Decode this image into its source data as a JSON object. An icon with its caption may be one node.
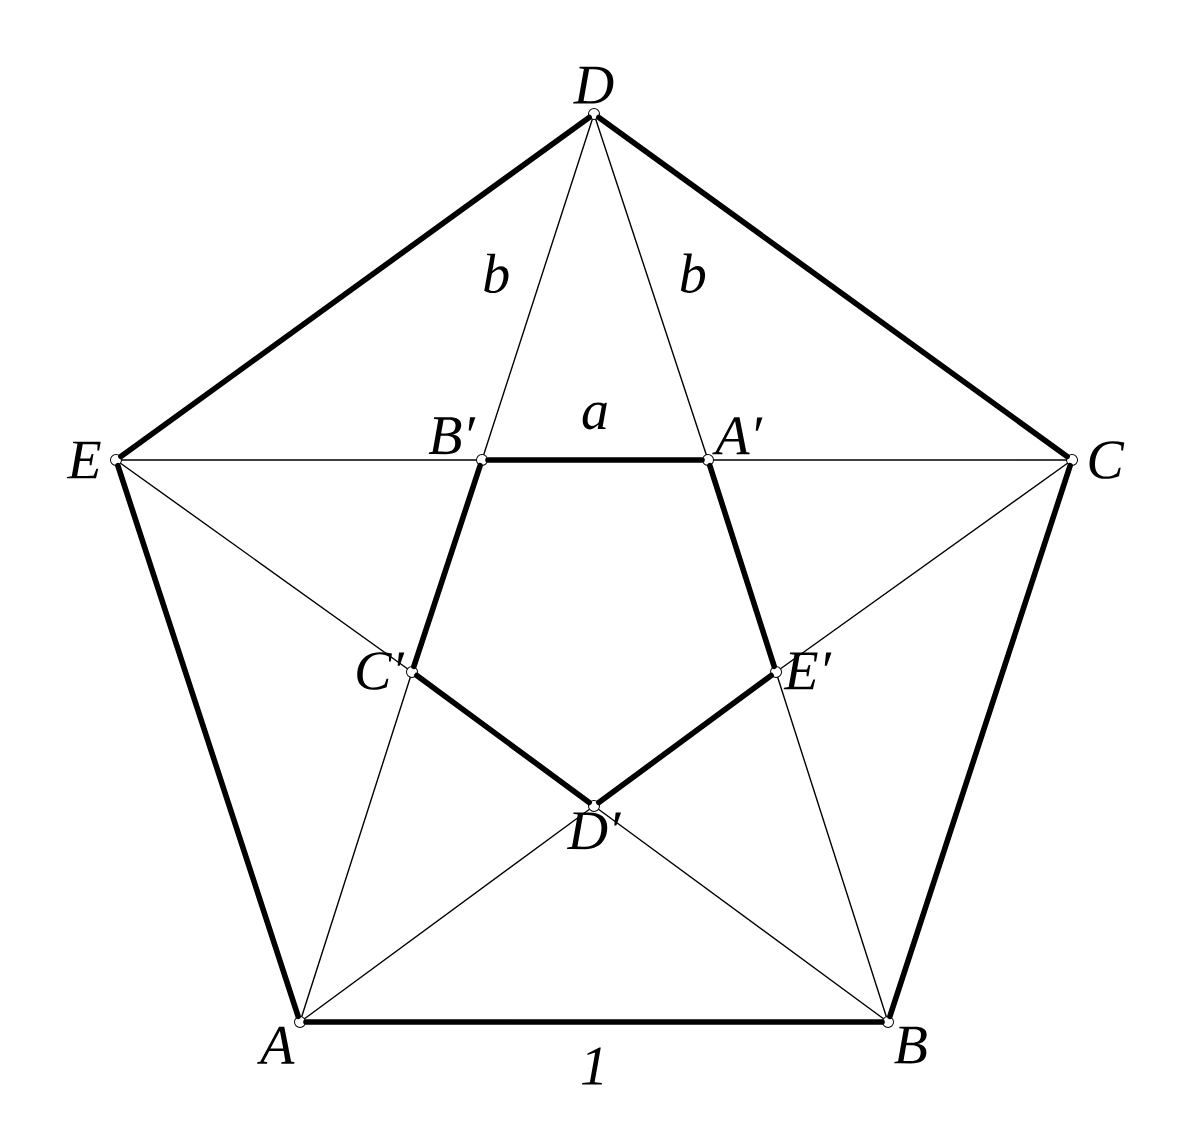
{
  "diagram": {
    "nodes": [
      {
        "text": [],
        "shape": "circle",
        "beside": [
          "D"
        ]
      },
      {
        "text": [],
        "shape": "circle",
        "beside": [
          "E"
        ]
      },
      {
        "text": [],
        "shape": "circle",
        "beside": [
          "B′"
        ]
      },
      {
        "text": [],
        "shape": "circle",
        "beside": [
          "A′"
        ]
      },
      {
        "text": [],
        "shape": "circle",
        "beside": [
          "C"
        ]
      },
      {
        "text": [],
        "shape": "circle",
        "beside": [
          "C′"
        ]
      },
      {
        "text": [],
        "shape": "circle",
        "beside": [
          "E′"
        ]
      },
      {
        "text": [],
        "shape": "circle",
        "beside": [
          "D′"
        ]
      },
      {
        "text": [],
        "shape": "circle",
        "beside": [
          "A"
        ]
      },
      {
        "text": [],
        "shape": "circle",
        "beside": [
          "B"
        ]
      }
    ],
    "edges": [
      {
        "from": 0,
        "to": 4,
        "arrow": "none",
        "style": "thick"
      },
      {
        "from": 4,
        "to": 9,
        "arrow": "none",
        "style": "thick"
      },
      {
        "from": 9,
        "to": 8,
        "arrow": "none",
        "style": "thick",
        "label": "1"
      },
      {
        "from": 8,
        "to": 1,
        "arrow": "none",
        "style": "thick"
      },
      {
        "from": 1,
        "to": 0,
        "arrow": "none",
        "style": "thick"
      },
      {
        "from": 2,
        "to": 3,
        "arrow": "none",
        "style": "thick",
        "label": "a"
      },
      {
        "from": 3,
        "to": 6,
        "arrow": "none",
        "style": "thick"
      },
      {
        "from": 6,
        "to": 7,
        "arrow": "none",
        "style": "thick"
      },
      {
        "from": 7,
        "to": 5,
        "arrow": "none",
        "style": "thick"
      },
      {
        "from": 5,
        "to": 2,
        "arrow": "none",
        "style": "thick"
      },
      {
        "from": 0,
        "to": 2,
        "arrow": "none",
        "label": "b"
      },
      {
        "from": 0,
        "to": 3,
        "arrow": "none",
        "label": "b"
      },
      {
        "from": 1,
        "to": 2,
        "arrow": "none"
      },
      {
        "from": 3,
        "to": 4,
        "arrow": "none"
      },
      {
        "from": 1,
        "to": 5,
        "arrow": "none"
      },
      {
        "from": 4,
        "to": 6,
        "arrow": "none"
      },
      {
        "from": 5,
        "to": 8,
        "arrow": "none"
      },
      {
        "from": 6,
        "to": 9,
        "arrow": "none"
      },
      {
        "from": 7,
        "to": 8,
        "arrow": "none"
      },
      {
        "from": 7,
        "to": 9,
        "arrow": "none"
      }
    ]
  }
}
